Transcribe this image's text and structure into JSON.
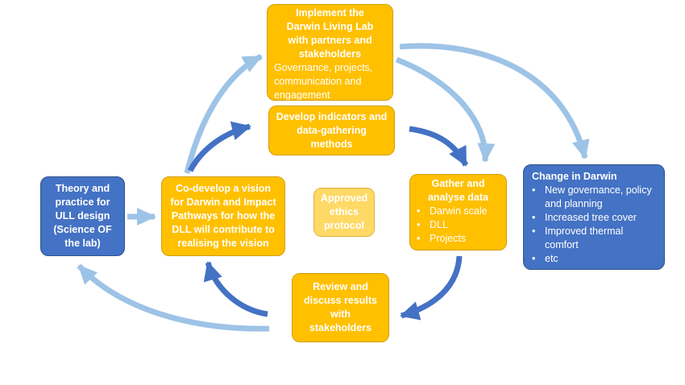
{
  "boxes": {
    "implement": {
      "title_lines": [
        "Implement the",
        "Darwin Living Lab",
        "with partners and",
        "stakeholders"
      ],
      "body": "Governance, projects, communication and engagement"
    },
    "indicators": {
      "title_lines": [
        "Develop indicators and",
        "data-gathering",
        "methods"
      ]
    },
    "codevelop": {
      "title_lines": [
        "Co-develop a vision",
        "for Darwin and Impact",
        "Pathways for how the",
        "DLL will contribute to",
        "realising the vision"
      ]
    },
    "ethics": {
      "title_lines": [
        "Approved",
        "ethics",
        "protocol"
      ]
    },
    "gather": {
      "title_lines": [
        "Gather and",
        "analyse data"
      ],
      "items": [
        "Darwin scale",
        "DLL",
        "Projects"
      ]
    },
    "theory": {
      "title_lines": [
        "Theory and",
        "practice for",
        "ULL design",
        "(Science OF",
        "the lab)"
      ]
    },
    "review": {
      "title_lines": [
        "Review and",
        "discuss results",
        "with",
        "stakeholders"
      ]
    },
    "change": {
      "title": "Change in Darwin",
      "items": [
        "New governance, policy and planning",
        "Increased tree cover",
        "Improved thermal comfort",
        "etc"
      ]
    }
  },
  "colors": {
    "orange": "#ffc000",
    "dark_blue": "#4472c4",
    "light_blue_arrow": "#9dc3e6",
    "dark_blue_arrow": "#4472c4",
    "pale_orange": "#ffd966"
  }
}
